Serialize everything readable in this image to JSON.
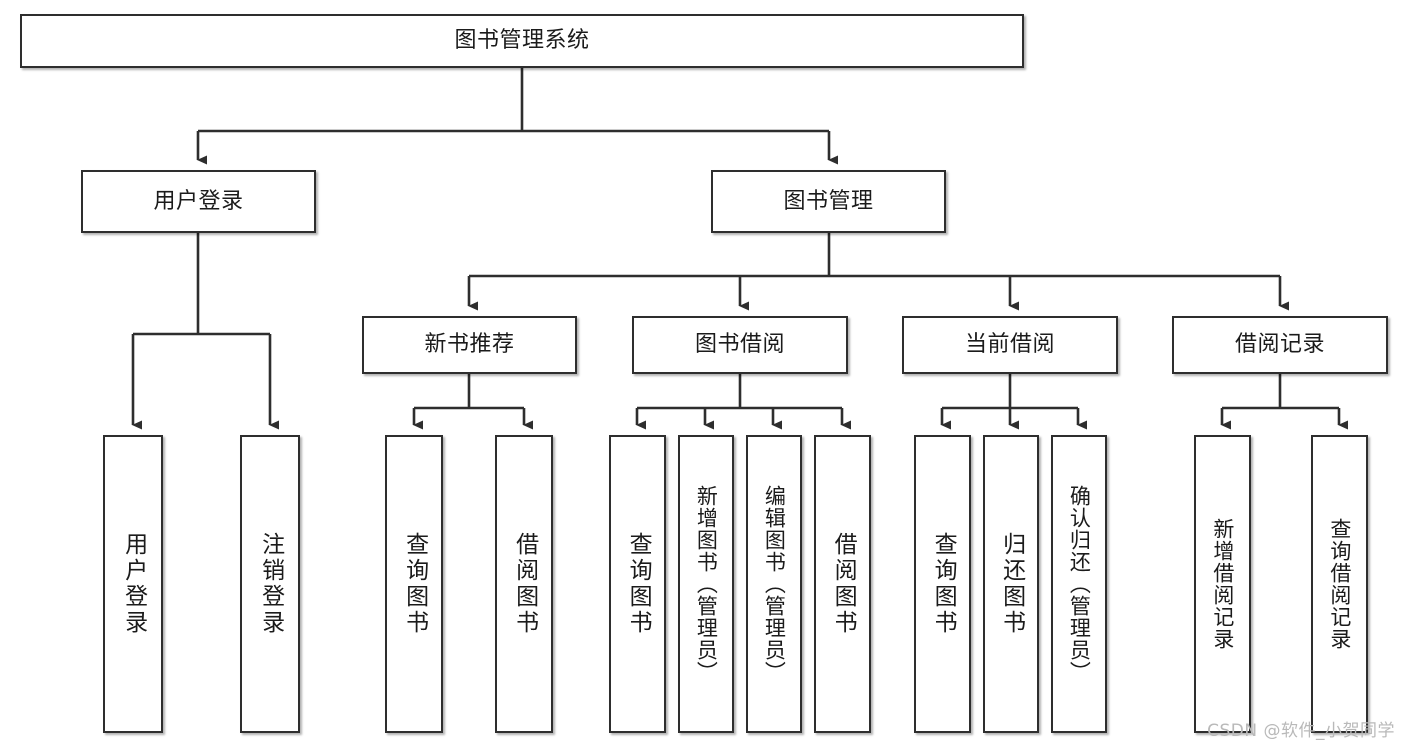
{
  "diagram": {
    "type": "tree-hierarchy",
    "title": "图书管理系统",
    "watermark": "CSDN @软件_小贺同学",
    "colors": {
      "box_border": "#2e2e2e",
      "box_fill": "#ffffff",
      "connector": "#2e2e2e",
      "text": "#1b1b1b",
      "watermark": "#b9b9b9"
    },
    "levels": {
      "root": {
        "label": "图书管理系统"
      },
      "level2": [
        {
          "id": "user-login",
          "label": "用户登录"
        },
        {
          "id": "book-manage",
          "label": "图书管理"
        }
      ],
      "level3": [
        {
          "id": "new-book-rec",
          "label": "新书推荐"
        },
        {
          "id": "book-borrow",
          "label": "图书借阅"
        },
        {
          "id": "current-borrow",
          "label": "当前借阅"
        },
        {
          "id": "borrow-record",
          "label": "借阅记录"
        }
      ],
      "leaves": [
        {
          "id": "leaf-user-login",
          "label": "用户登录",
          "parent": "user-login"
        },
        {
          "id": "leaf-logout",
          "label": "注销登录",
          "parent": "user-login"
        },
        {
          "id": "leaf-query-book-1",
          "label": "查询图书",
          "parent": "new-book-rec"
        },
        {
          "id": "leaf-borrow-book-1",
          "label": "借阅图书",
          "parent": "new-book-rec"
        },
        {
          "id": "leaf-query-book-2",
          "label": "查询图书",
          "parent": "book-borrow"
        },
        {
          "id": "leaf-add-book",
          "label": "新增图书（管理员）",
          "parent": "book-borrow"
        },
        {
          "id": "leaf-edit-book",
          "label": "编辑图书（管理员）",
          "parent": "book-borrow"
        },
        {
          "id": "leaf-borrow-book-2",
          "label": "借阅图书",
          "parent": "book-borrow"
        },
        {
          "id": "leaf-query-book-3",
          "label": "查询图书",
          "parent": "current-borrow"
        },
        {
          "id": "leaf-return-book",
          "label": "归还图书",
          "parent": "current-borrow"
        },
        {
          "id": "leaf-confirm-return",
          "label": "确认归还（管理员）",
          "parent": "current-borrow"
        },
        {
          "id": "leaf-add-record",
          "label": "新增借阅记录",
          "parent": "borrow-record"
        },
        {
          "id": "leaf-query-record",
          "label": "查询借阅记录",
          "parent": "borrow-record"
        }
      ]
    }
  }
}
